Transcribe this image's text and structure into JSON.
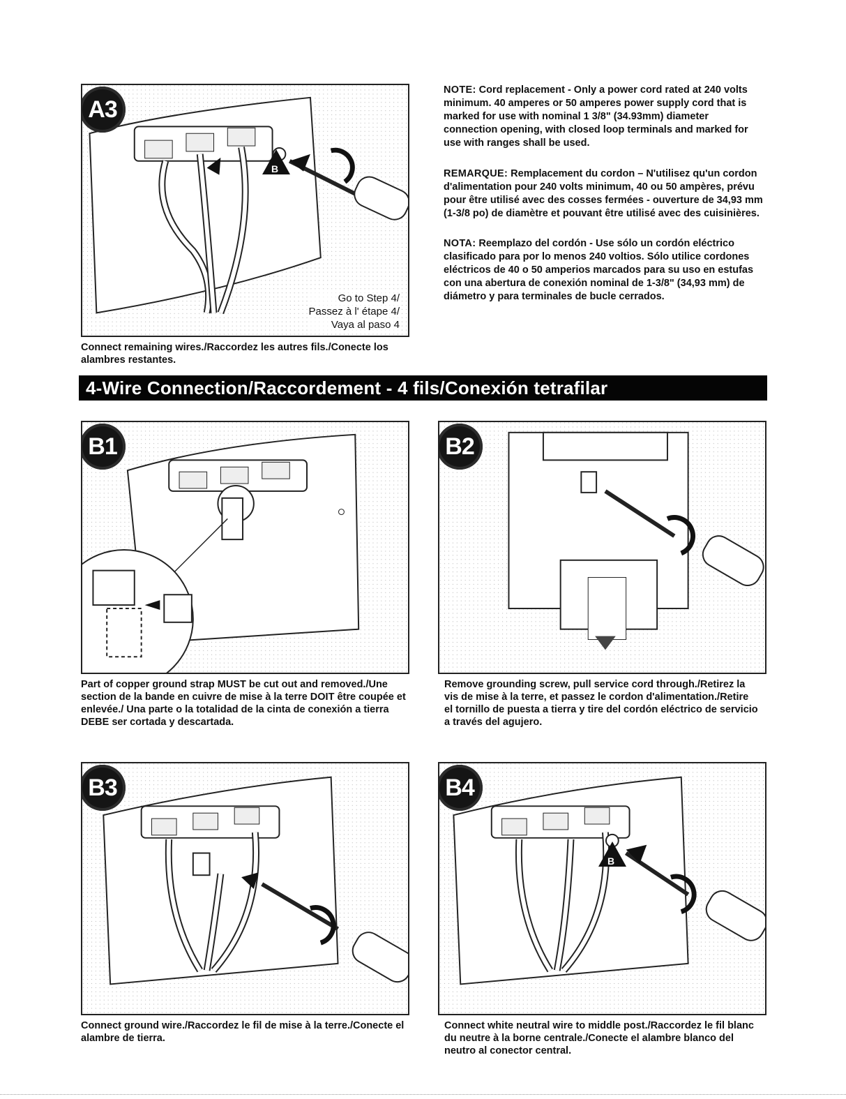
{
  "figures": {
    "a3": {
      "badge": "A3",
      "callout": "B",
      "goto": [
        "Go to Step 4/",
        "Passez à l' étape 4/",
        "Vaya al paso 4"
      ],
      "caption": "Connect remaining wires./Raccordez les autres fils./Conecte los alambres restantes."
    },
    "b1": {
      "badge": "B1",
      "caption": "Part of copper ground strap MUST be cut out and removed./Une section de la bande en cuivre de mise à la terre DOIT être coupée et enlevée./ Una parte o la totalidad de la cinta de conexión a tierra DEBE ser cortada y descartada."
    },
    "b2": {
      "badge": "B2",
      "caption": "Remove grounding screw, pull service cord through./Retirez la vis de mise à la terre, et passez le cordon d'alimentation./Retire el tornillo de puesta a tierra y tire del cordón eléctrico de servicio a través del agujero."
    },
    "b3": {
      "badge": "B3",
      "caption": "Connect ground wire./Raccordez le fil de mise à la terre./Conecte el alambre de tierra."
    },
    "b4": {
      "badge": "B4",
      "callout": "B",
      "caption": "Connect white neutral wire to middle post./Raccordez le fil blanc du neutre à la borne centrale./Conecte el alambre blanco del neutro al conector central."
    }
  },
  "notes": [
    {
      "label": "NOTE:",
      "text": "Cord replacement - Only a power cord rated at 240 volts minimum. 40 amperes or 50 amperes power supply cord that is marked for use with nominal 1 3/8\" (34.93mm) diameter connection opening, with closed loop terminals and marked for use with ranges shall be used."
    },
    {
      "label": "REMARQUE:",
      "text": "Remplacement du cordon – N'utilisez qu'un cordon d'alimentation pour 240 volts minimum, 40 ou 50 ampères, prévu pour être utilisé avec des cosses fermées - ouverture de 34,93 mm (1-3/8 po) de diamètre et pouvant être utilisé avec des cuisinières."
    },
    {
      "label": "NOTA:",
      "text": "Reemplazo del cordón - Use sólo un cordón eléctrico clasificado para por lo menos 240 voltios. Sólo utilice cordones eléctricos de 40 o 50 amperios marcados para su uso en estufas con una abertura de conexión nominal de 1-3/8\" (34,93 mm) de diámetro y para terminales de bucle cerrados."
    }
  ],
  "banner": "4-Wire Connection/Raccordement - 4 fils/Conexión tetrafilar"
}
